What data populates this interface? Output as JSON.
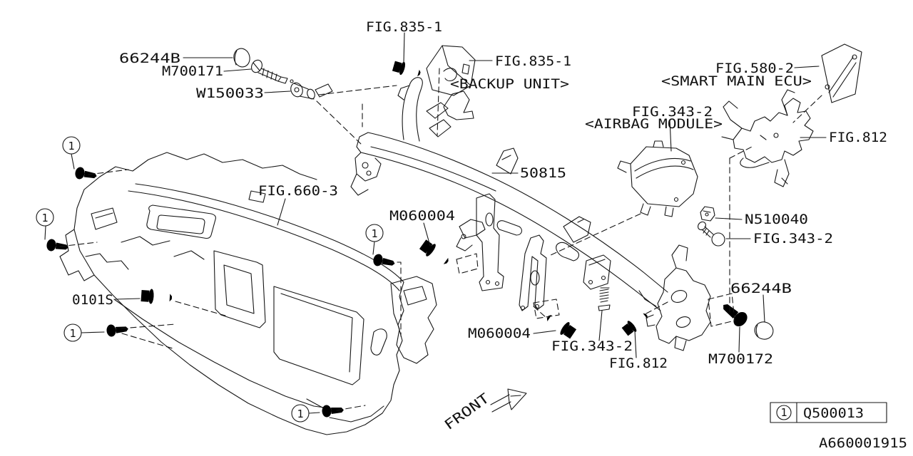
{
  "labels": {
    "p66244b_top": "66244B",
    "m700171": "M700171",
    "w150033": "W150033",
    "fig835_top": "FIG.835-1",
    "fig835_right": "FIG.835-1",
    "backup_unit": "<BACKUP UNIT>",
    "fig580": "FIG.580-2",
    "smart_main_ecu": "<SMART MAIN ECU>",
    "fig343_airbag": "FIG.343-2",
    "airbag_module": "<AIRBAG MODULE>",
    "fig812_top": "FIG.812",
    "p50815": "50815",
    "fig660": "FIG.660-3",
    "m060004_top": "M060004",
    "n510040": "N510040",
    "fig343_mid": "FIG.343-2",
    "p0101s": "0101S",
    "m060004_bot": "M060004",
    "fig343_bot": "FIG.343-2",
    "fig812_bot": "FIG.812",
    "p66244b_bot": "66244B",
    "m700172": "M700172"
  },
  "callout": {
    "number": "1"
  },
  "front": {
    "label": "FRONT"
  },
  "legend": {
    "ref": "1",
    "part_no": "Q500013"
  },
  "doc_no": "A660001915",
  "colors": {
    "line": "#161616",
    "background": "#ffffff"
  }
}
